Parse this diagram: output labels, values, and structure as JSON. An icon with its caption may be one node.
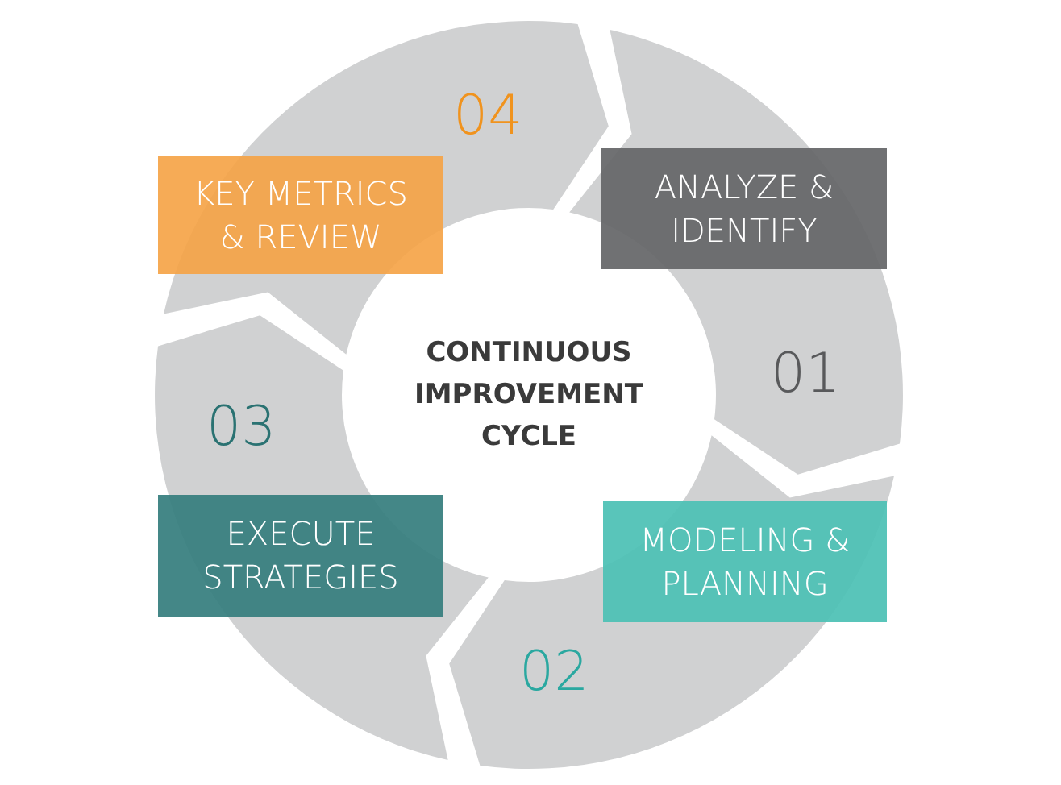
{
  "diagram": {
    "nodes": [
      {
        "text": [
          "CONTINUOUS IMPROVEMENT CYCLE"
        ]
      },
      {
        "text": [
          "ANALYZE & IDENTIFY"
        ],
        "beside": [
          "01"
        ]
      },
      {
        "text": [
          "MODELING & PLANNING"
        ],
        "beside": [
          "02"
        ]
      },
      {
        "text": [
          "EXECUTE STRATEGIES"
        ],
        "beside": [
          "03"
        ]
      },
      {
        "text": [
          "KEY METRICS & REVIEW"
        ],
        "beside": [
          "04"
        ]
      }
    ],
    "edges": []
  }
}
